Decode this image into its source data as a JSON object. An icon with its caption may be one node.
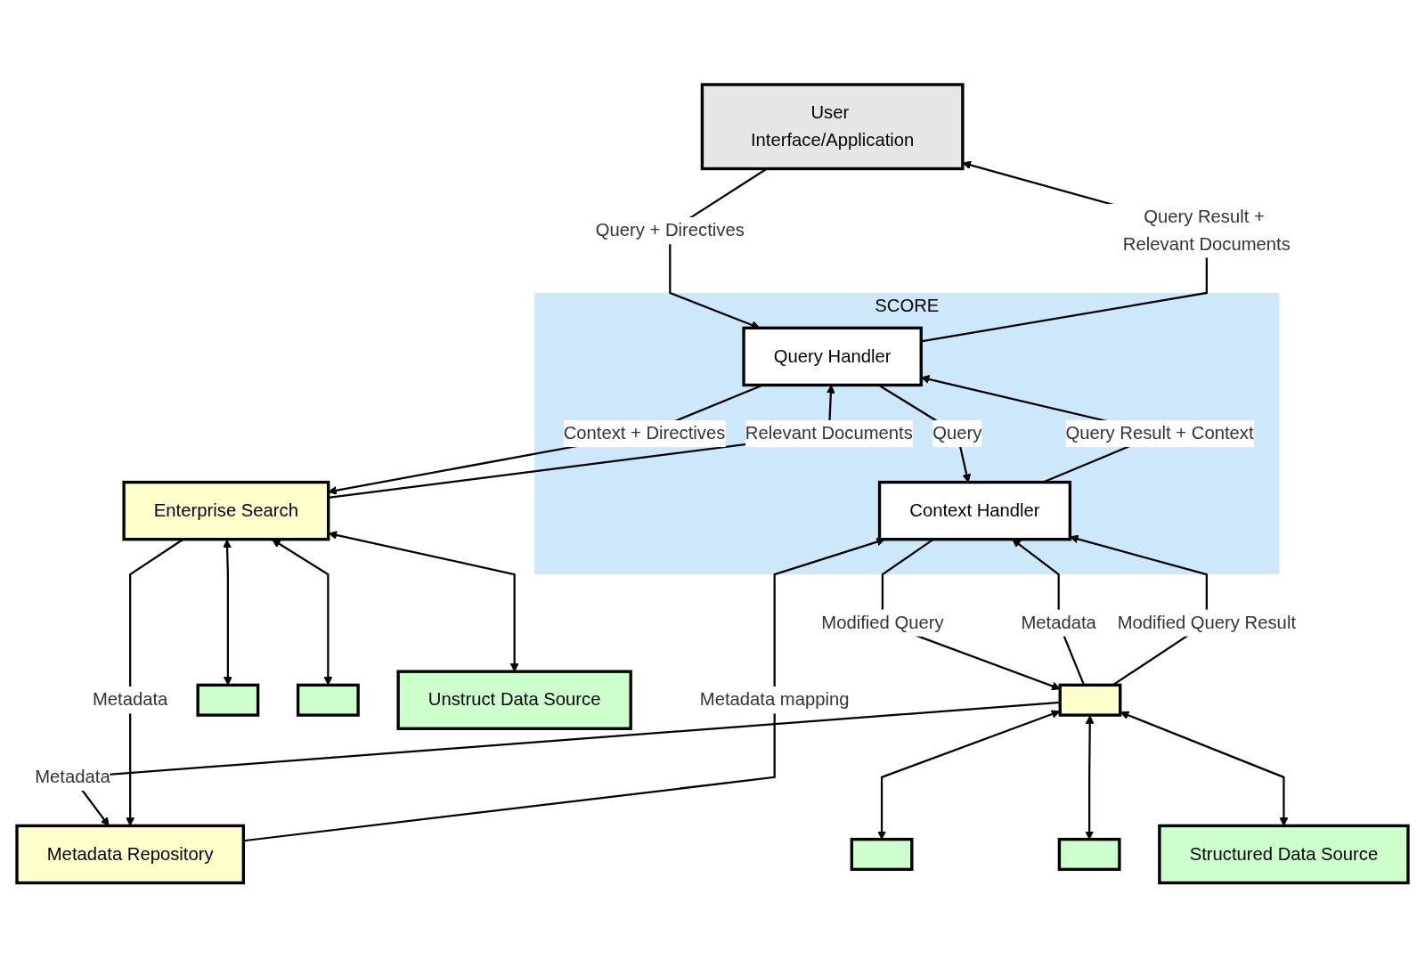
{
  "diagram": {
    "nodes": [
      {
        "text": [
          "User Interface/Application"
        ]
      },
      {
        "text": [
          "SCORE"
        ]
      },
      {
        "text": [
          "Query Handler"
        ],
        "in": 1
      },
      {
        "text": [
          "Context Handler"
        ],
        "in": 1
      },
      {
        "text": [
          "Metadata Repository"
        ]
      },
      {
        "text": [],
        "shape": "box"
      },
      {
        "text": [
          "Enterprise Search"
        ]
      },
      {
        "text": [],
        "shape": "box"
      },
      {
        "text": [],
        "shape": "box"
      },
      {
        "text": [
          "Structured Data Source"
        ]
      },
      {
        "text": [],
        "shape": "box"
      },
      {
        "text": [],
        "shape": "box"
      },
      {
        "text": [
          "Unstruct Data Source"
        ]
      }
    ],
    "edges": [
      {
        "from": 0,
        "to": 2,
        "arrow": "to",
        "label": "Query + Directives"
      },
      {
        "from": 2,
        "to": 0,
        "arrow": "to",
        "label": "Query Result + Relevant Documents"
      },
      {
        "from": 2,
        "to": 3,
        "arrow": "to",
        "label": "Query"
      },
      {
        "from": 3,
        "to": 2,
        "arrow": "to",
        "label": "Query Result + Context"
      },
      {
        "from": 4,
        "to": 3,
        "arrow": "to",
        "label": "Metadata mapping"
      },
      {
        "from": 5,
        "to": 3,
        "arrow": "to",
        "label": "Metadata"
      },
      {
        "from": 3,
        "to": 5,
        "arrow": "to",
        "label": "Modified Query"
      },
      {
        "from": 5,
        "to": 3,
        "arrow": "to",
        "label": "Modified Query Result"
      },
      {
        "from": 5,
        "to": 4,
        "arrow": "to",
        "label": "Metadata"
      },
      {
        "from": 2,
        "to": 6,
        "arrow": "to",
        "label": "Context + Directives"
      },
      {
        "from": 6,
        "to": 2,
        "arrow": "to",
        "label": "Relevant Documents"
      },
      {
        "from": 5,
        "to": 7,
        "arrow": "both"
      },
      {
        "from": 5,
        "to": 8,
        "arrow": "both"
      },
      {
        "from": 5,
        "to": 9,
        "arrow": "both"
      },
      {
        "from": 6,
        "to": 10,
        "arrow": "both"
      },
      {
        "from": 6,
        "to": 11,
        "arrow": "both"
      },
      {
        "from": 6,
        "to": 12,
        "arrow": "both"
      },
      {
        "from": 6,
        "to": 4,
        "arrow": "to",
        "label": "Metadata"
      }
    ]
  }
}
